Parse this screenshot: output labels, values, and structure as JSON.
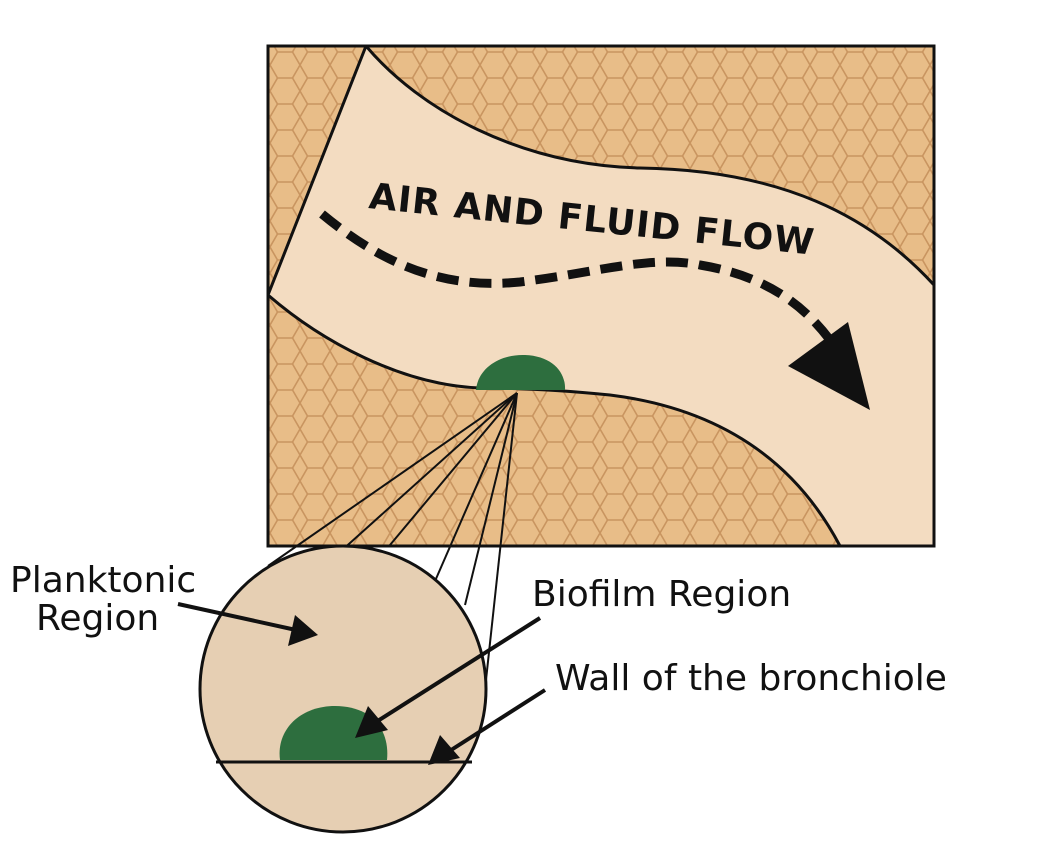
{
  "flow_label": "AIR AND FLUID FLOW",
  "labels": {
    "planktonic_line1": "Planktonic",
    "planktonic_line2": "Region",
    "biofilm": "Biofilm Region",
    "wall": "Wall of the bronchiole"
  },
  "colors": {
    "tissue": "#e8bd88",
    "tissue_hex_stroke": "#c99560",
    "lumen": "#f3dcc1",
    "zoom_fill": "#e6cfb3",
    "biofilm": "#2d6e3e",
    "ink": "#111111"
  }
}
